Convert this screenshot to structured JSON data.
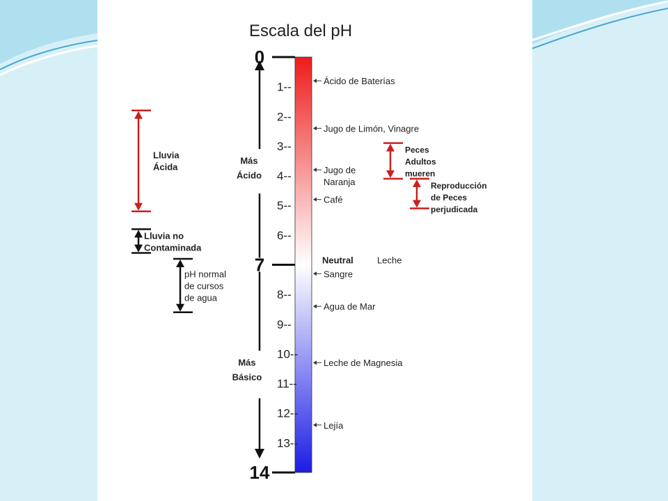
{
  "title": "Escala del pH",
  "scale": {
    "min": 0,
    "max": 14,
    "neutral": 7,
    "major_labels": [
      "0",
      "7",
      "14"
    ],
    "minor_labels": [
      {
        "value": 1,
        "text": "1--"
      },
      {
        "value": 2,
        "text": "2--"
      },
      {
        "value": 3,
        "text": "3--"
      },
      {
        "value": 4,
        "text": "4--"
      },
      {
        "value": 5,
        "text": "5--"
      },
      {
        "value": 6,
        "text": "6--"
      },
      {
        "value": 8,
        "text": "8--"
      },
      {
        "value": 9,
        "text": "9--"
      },
      {
        "value": 10,
        "text": "10--"
      },
      {
        "value": 11,
        "text": "11--"
      },
      {
        "value": 12,
        "text": "12--"
      },
      {
        "value": 13,
        "text": "13--"
      }
    ],
    "colors": {
      "acid": "#ee1c1c",
      "neutral": "#ffffff",
      "base": "#1c1ce6"
    }
  },
  "direction_labels": {
    "acid": [
      "Más",
      "Ácido"
    ],
    "base": [
      "Más",
      "Básico"
    ]
  },
  "substances": [
    {
      "ph": 0.8,
      "lines": [
        "Ácido de Baterías"
      ]
    },
    {
      "ph": 2.4,
      "lines": [
        "Jugo de Limón, Vinagre"
      ]
    },
    {
      "ph": 3.8,
      "lines": [
        "Jugo de",
        "Naranja"
      ]
    },
    {
      "ph": 4.8,
      "lines": [
        "Café"
      ]
    },
    {
      "ph": 7.3,
      "lines": [
        "Sangre"
      ]
    },
    {
      "ph": 8.4,
      "lines": [
        "Agua de Mar"
      ]
    },
    {
      "ph": 10.3,
      "lines": [
        "Leche de Magnesia"
      ]
    },
    {
      "ph": 12.4,
      "lines": [
        "Lejía"
      ]
    }
  ],
  "neutral_note": {
    "label": "Neutral",
    "example": "Leche"
  },
  "ranges_left": [
    {
      "lines": [
        "Lluvia",
        "Ácida"
      ],
      "from": 1.8,
      "to": 5.2,
      "color": "#cc1f1f",
      "bold": true
    },
    {
      "lines": [
        "Lluvia no",
        "Contaminada"
      ],
      "from": 5.8,
      "to": 6.6,
      "color": "#111111",
      "bold": true
    },
    {
      "lines": [
        "pH normal",
        "de cursos",
        "de agua"
      ],
      "from": 6.8,
      "to": 8.6,
      "color": "#111111",
      "bold": false
    }
  ],
  "ranges_right": [
    {
      "lines": [
        "Peces",
        "Adultos",
        "mueren"
      ],
      "from": 2.9,
      "to": 4.1,
      "color": "#cc1f1f"
    },
    {
      "lines": [
        "Reproducción",
        "de Peces",
        "perjudicada"
      ],
      "from": 4.1,
      "to": 5.1,
      "color": "#cc1f1f"
    }
  ]
}
